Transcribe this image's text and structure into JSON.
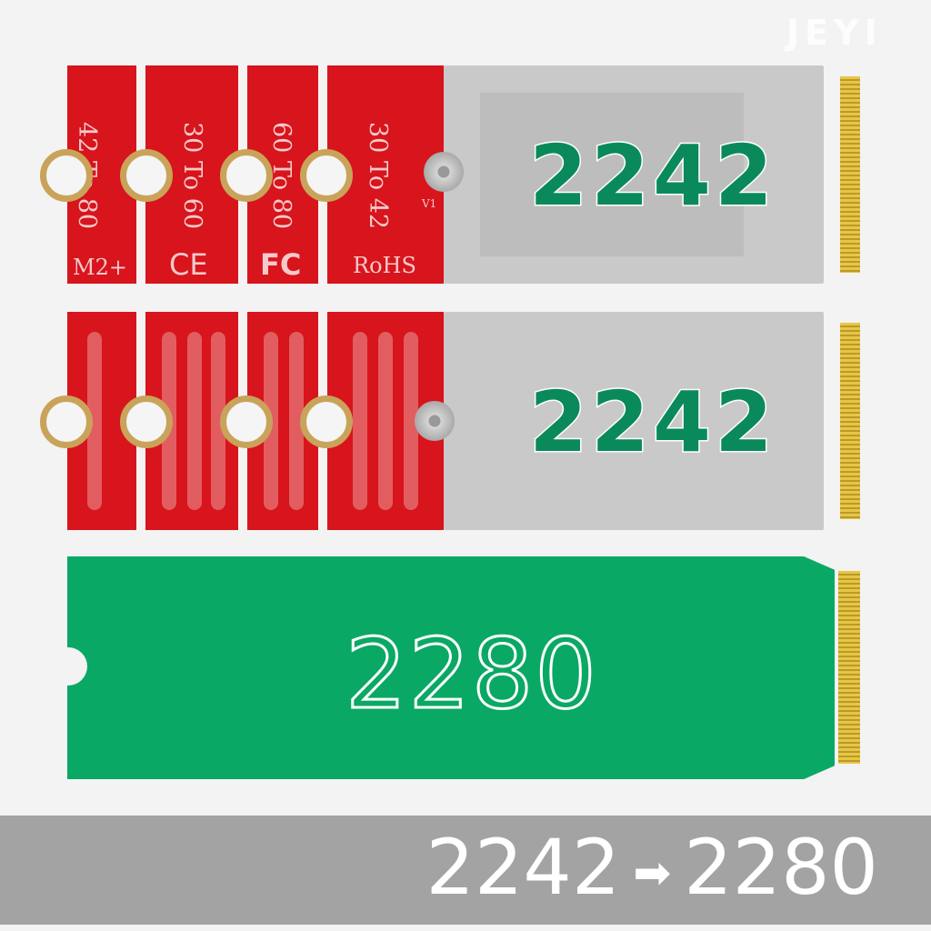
{
  "watermark": "JEYI",
  "top_board": {
    "segment_labels": [
      "42 To 80",
      "30 To 60",
      "60 To 80",
      "30 To 42"
    ],
    "marks": [
      "M2+",
      "CE",
      "FC",
      "RoHS"
    ],
    "version": "V1",
    "size_label": "2242"
  },
  "middle_board": {
    "size_label": "2242"
  },
  "bottom_board": {
    "size_label": "2280"
  },
  "caption": {
    "from": "2242",
    "arrow": "➡",
    "to": "2280"
  },
  "colors": {
    "adapter_red": "#d8141c",
    "board_green": "#0aa865",
    "label_green": "#0a8a5a",
    "band_grey": "#a3a3a3"
  }
}
